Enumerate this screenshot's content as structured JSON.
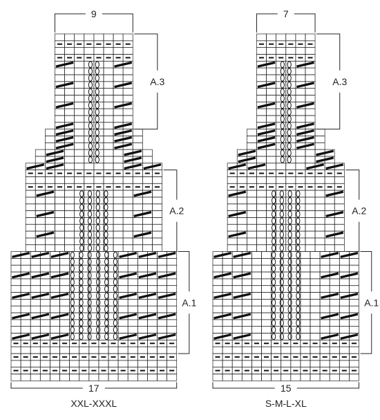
{
  "charts": [
    {
      "id": "xxl",
      "size_label": "XXL-XXXL",
      "top_count": "9",
      "bottom_count": "17",
      "sections": [
        {
          "label": "A.3"
        },
        {
          "label": "A.2"
        },
        {
          "label": "A.1"
        }
      ]
    },
    {
      "id": "sml",
      "size_label": "S-M-L-XL",
      "top_count": "7",
      "bottom_count": "15",
      "sections": [
        {
          "label": "A.3"
        },
        {
          "label": "A.2"
        },
        {
          "label": "A.1"
        }
      ]
    }
  ],
  "symbols": {
    "purl": "dash",
    "twist": "slash",
    "eyelet": "oval"
  },
  "colors": {
    "grid": "#222222",
    "mark": "#111111"
  }
}
